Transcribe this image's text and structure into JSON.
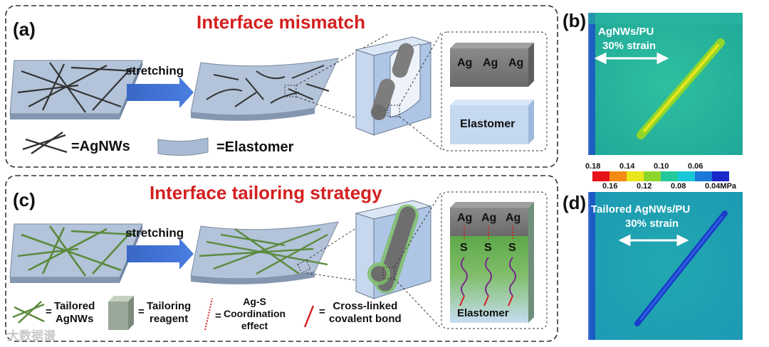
{
  "panel_a": {
    "label": "(a)",
    "title": "Interface mismatch",
    "arrow_label": "stretching",
    "legend_agnws": "=AgNWs",
    "legend_elastomer": "=Elastomer",
    "ag_labels": [
      "Ag",
      "Ag",
      "Ag"
    ],
    "elastomer_label": "Elastomer"
  },
  "panel_b": {
    "label": "(b)",
    "line1": "AgNWs/PU",
    "line2": "30% strain"
  },
  "colorbar": {
    "top_ticks": [
      "0.18",
      "0.14",
      "0.10",
      "0.06"
    ],
    "bottom_ticks": [
      "0.16",
      "0.12",
      "0.08",
      "0.04MPa"
    ],
    "colors": [
      "#e8121a",
      "#f38a12",
      "#e9e61c",
      "#8fd62c",
      "#23c99a",
      "#18c8d8",
      "#1a78d8",
      "#1a28c8"
    ]
  },
  "panel_c": {
    "label": "(c)",
    "title": "Interface tailoring strategy",
    "arrow_label": "stretching",
    "ag_labels": [
      "Ag",
      "Ag",
      "Ag"
    ],
    "s_labels": [
      "S",
      "S",
      "S"
    ],
    "elastomer_label": "Elastomer",
    "legend": [
      {
        "eq": "=",
        "line1": "Tailored",
        "line2": "AgNWs"
      },
      {
        "eq": "=",
        "line1": "Tailoring",
        "line2": "reagent"
      },
      {
        "eq": "=",
        "line1": "Ag-S",
        "line2": "Coordination",
        "line3": "effect"
      },
      {
        "eq": "=",
        "line1": "Cross-linked",
        "line2": "covalent bond"
      }
    ]
  },
  "panel_d": {
    "label": "(d)",
    "line1": "Tailored AgNWs/PU",
    "line2": "30% strain"
  },
  "watermark": "大数据谱"
}
